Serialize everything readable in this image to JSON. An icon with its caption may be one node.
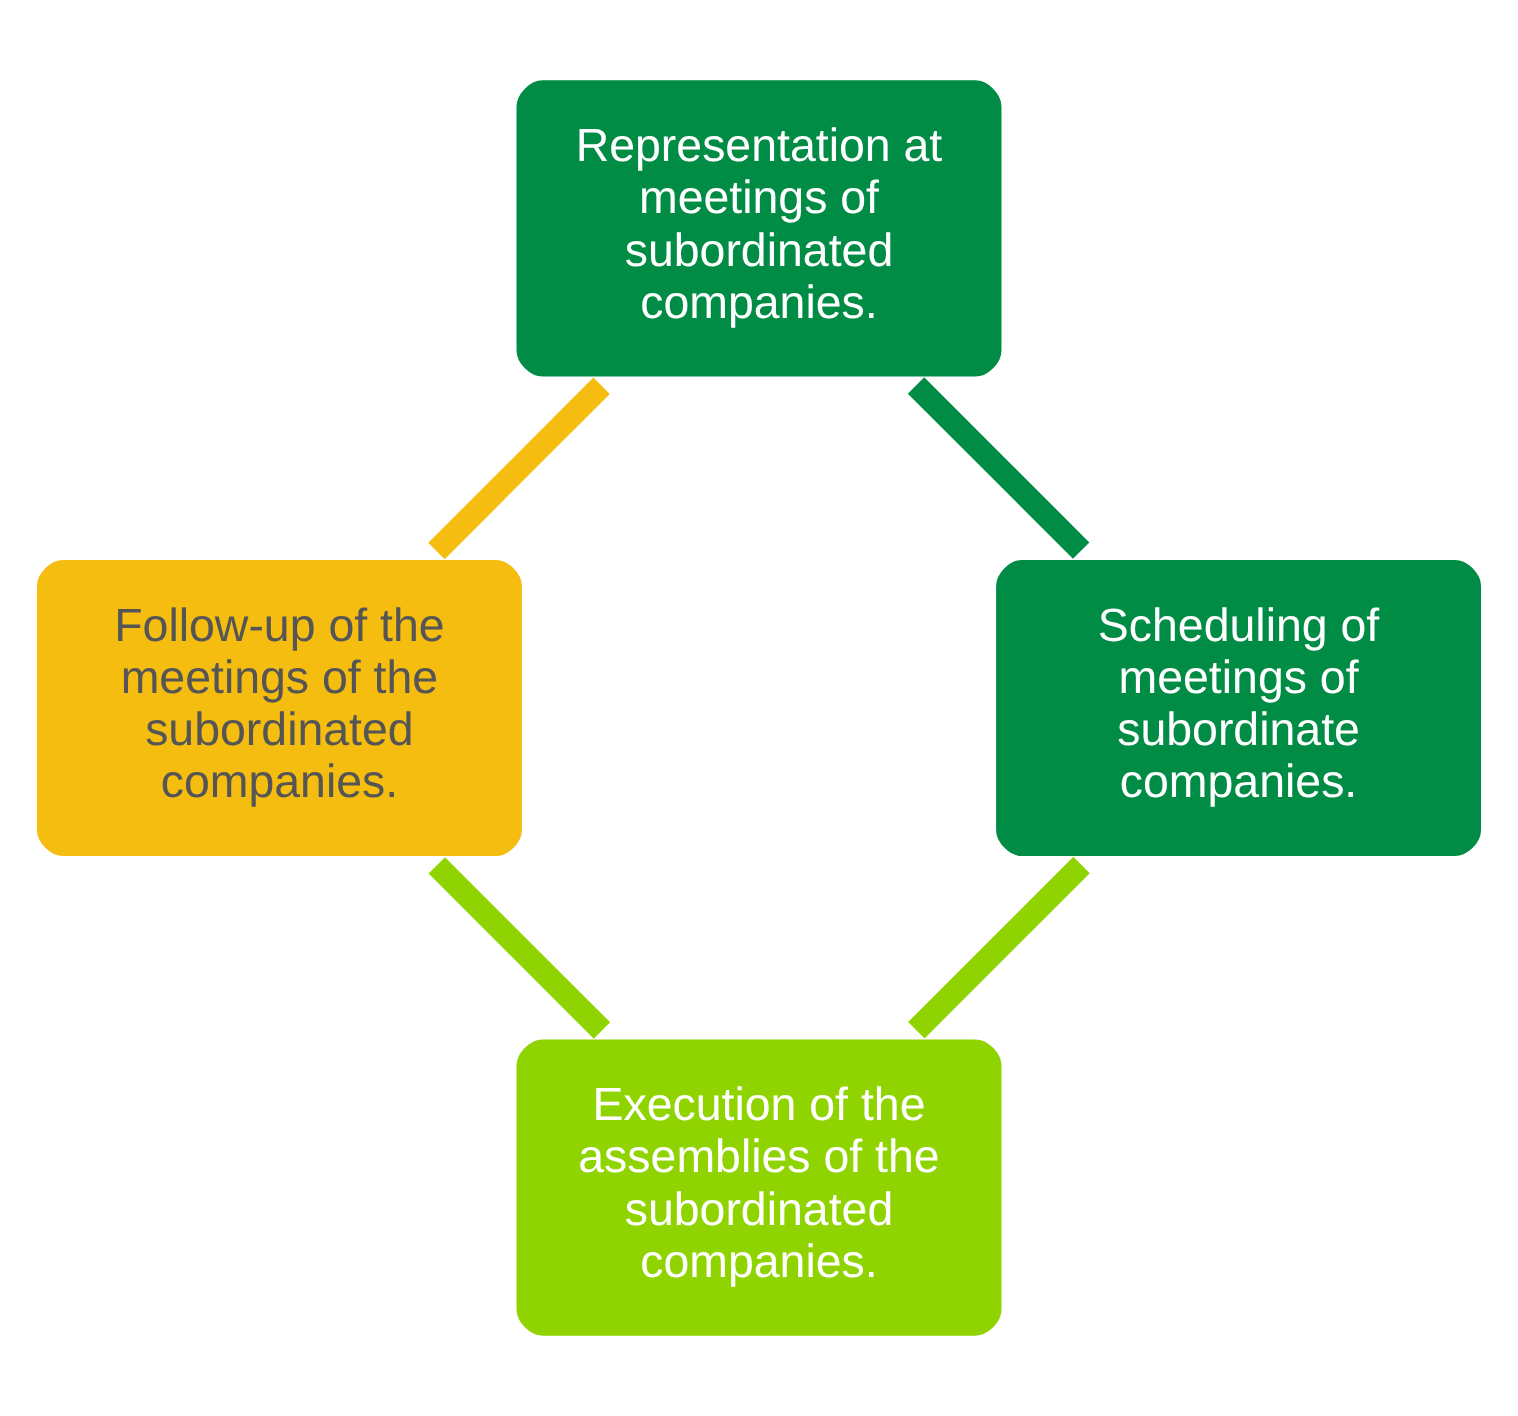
{
  "diagram": {
    "nodes": [
      {
        "text": [
          "Representation at meetings of subordinated companies."
        ]
      },
      {
        "text": [
          "Scheduling of meetings of subordinate companies."
        ]
      },
      {
        "text": [
          "Execution of the assemblies of the subordinated companies."
        ]
      },
      {
        "text": [
          "Follow-up of the meetings of the subordinated companies."
        ]
      }
    ],
    "edges": [
      {
        "from": 0,
        "to": 1,
        "arrow": "none",
        "color": "#008c44"
      },
      {
        "from": 1,
        "to": 2,
        "arrow": "none",
        "color": "#8fd400"
      },
      {
        "from": 2,
        "to": 3,
        "arrow": "none",
        "color": "#8fd400"
      },
      {
        "from": 3,
        "to": 0,
        "arrow": "none",
        "color": "#f5bd10"
      }
    ]
  }
}
